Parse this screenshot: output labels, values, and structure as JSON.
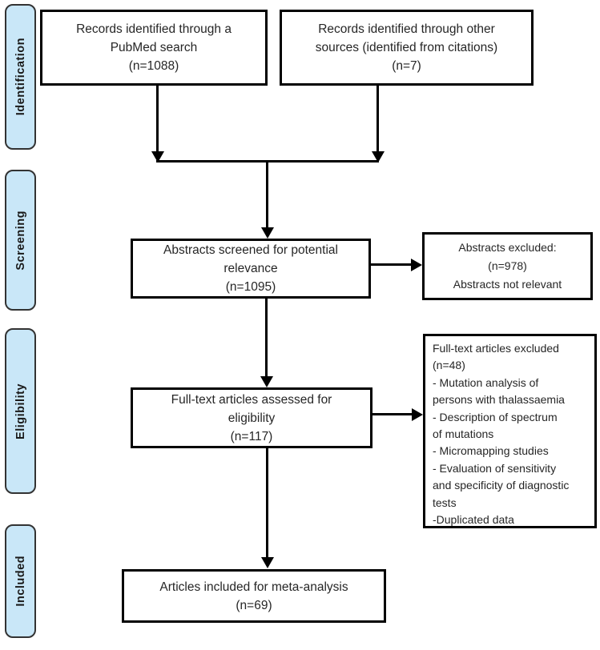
{
  "sidebar": {
    "stages": [
      {
        "label": "Identification"
      },
      {
        "label": "Screening"
      },
      {
        "label": "Eligibility"
      },
      {
        "label": "Included"
      }
    ]
  },
  "boxes": {
    "records_pubmed": {
      "lines": [
        "Records identified through a",
        "PubMed search",
        "(n=1088)"
      ]
    },
    "records_other": {
      "lines": [
        "Records identified through other",
        "sources (identified from citations)",
        "(n=7)"
      ]
    },
    "abstracts_screened": {
      "lines": [
        "Abstracts screened for potential",
        "relevance",
        "(n=1095)"
      ]
    },
    "abstracts_excluded": {
      "lines": [
        "Abstracts excluded:",
        "(n=978)",
        "Abstracts not relevant"
      ]
    },
    "fulltext_assessed": {
      "lines": [
        "Full-text articles assessed for",
        "eligibility",
        "(n=117)"
      ]
    },
    "fulltext_excluded": {
      "lines": [
        "Full-text articles excluded",
        "(n=48)",
        "- Mutation analysis of",
        "persons with thalassaemia",
        "- Description of spectrum",
        "of mutations",
        "- Micromapping studies",
        "- Evaluation of sensitivity",
        "and specificity of diagnostic",
        "tests",
        "-Duplicated data"
      ]
    },
    "articles_included": {
      "lines": [
        "Articles included for meta-analysis",
        "(n=69)"
      ]
    }
  },
  "colors": {
    "stage_fill": "#c9e7f8",
    "stage_border": "#333333",
    "box_border": "#000000",
    "text": "#262626"
  }
}
